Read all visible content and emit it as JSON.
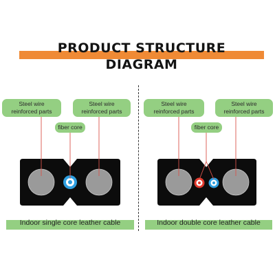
{
  "title": "PRODUCT STRUCTURE DIAGRAM",
  "left": {
    "labels": {
      "steel_left": "Steel wire\nreinforced parts",
      "steel_right": "Steel wire\nreinforced parts",
      "fiber": "fiber core"
    },
    "caption": "Indoor single core leather cable"
  },
  "right": {
    "labels": {
      "steel_left": "Steel wire\nreinforced parts",
      "steel_right": "Steel wire\nreinforced parts",
      "fiber": "fiber core"
    },
    "caption": "Indoor double core leather cable"
  },
  "colors": {
    "accent_orange": "#ef8a35",
    "label_green": "#94cf82",
    "cable_body": "#0c0c0c",
    "steel_wire": "#9a9a9a",
    "fiber_blue": "#2f9fe0",
    "fiber_red": "#e23a2e",
    "leader_line": "#d9534a"
  }
}
